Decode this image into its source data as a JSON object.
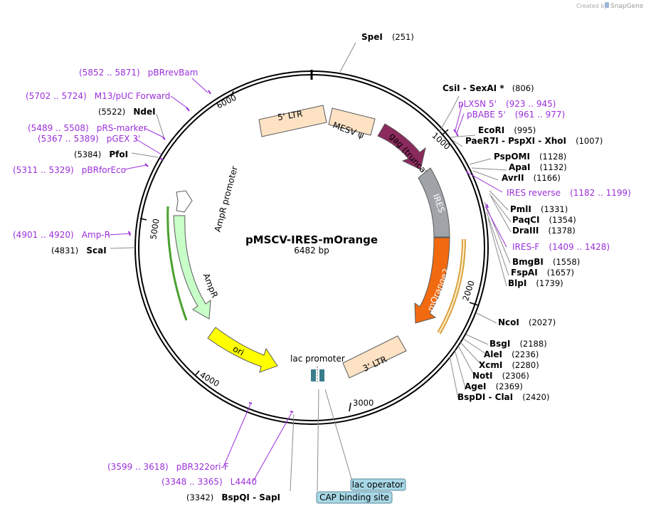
{
  "credit": {
    "created_by": "Created by",
    "brand": "SnapGene"
  },
  "plasmid": {
    "name": "pMSCV-IRES-mOrange",
    "length": "6482 bp"
  },
  "ticks": [
    "1000",
    "2000",
    "3000",
    "4000",
    "5000",
    "6000"
  ],
  "enzymes": [
    {
      "name": "SpeI",
      "pos": "(251)"
    },
    {
      "name": "CsiI  -  SexAI *",
      "pos": "(806)"
    },
    {
      "name": "EcoRI",
      "pos": "(995)"
    },
    {
      "name": "PaeR7I  -  PspXI  -  XhoI",
      "pos": "(1007)"
    },
    {
      "name": "PspOMI",
      "pos": "(1128)"
    },
    {
      "name": "ApaI",
      "pos": "(1132)"
    },
    {
      "name": "AvrII",
      "pos": "(1166)"
    },
    {
      "name": "PmlI",
      "pos": "(1331)"
    },
    {
      "name": "PaqCI",
      "pos": "(1354)"
    },
    {
      "name": "DraIII",
      "pos": "(1378)"
    },
    {
      "name": "BmgBI",
      "pos": "(1558)"
    },
    {
      "name": "FspAI",
      "pos": "(1657)"
    },
    {
      "name": "BlpI",
      "pos": "(1739)"
    },
    {
      "name": "NcoI",
      "pos": "(2027)"
    },
    {
      "name": "BsgI",
      "pos": "(2188)"
    },
    {
      "name": "AleI",
      "pos": "(2236)"
    },
    {
      "name": "XcmI",
      "pos": "(2280)"
    },
    {
      "name": "NotI",
      "pos": "(2306)"
    },
    {
      "name": "AgeI",
      "pos": "(2369)"
    },
    {
      "name": "BspDI  -  ClaI",
      "pos": "(2420)"
    },
    {
      "name": "BspQI  -  SapI",
      "pos": "(3342)"
    },
    {
      "name": "ScaI",
      "pos": "(4831)"
    },
    {
      "name": "PfoI",
      "pos": "(5384)"
    },
    {
      "name": "NdeI",
      "pos": "(5522)"
    }
  ],
  "primers": [
    {
      "name": "pLXSN 5'",
      "range": "(923 .. 945)"
    },
    {
      "name": "pBABE 5'",
      "range": "(961 .. 977)"
    },
    {
      "name": "IRES reverse",
      "range": "(1182 .. 1199)"
    },
    {
      "name": "IRES-F",
      "range": "(1409 .. 1428)"
    },
    {
      "name": "pBR322ori-F",
      "range": "(3599 .. 3618)"
    },
    {
      "name": "L4440",
      "range": "(3348 .. 3365)"
    },
    {
      "name": "Amp-R",
      "range": "(4901 .. 4920)"
    },
    {
      "name": "pBRforEco",
      "range": "(5311 .. 5329)"
    },
    {
      "name": "pGEX 3'",
      "range": "(5367 .. 5389)"
    },
    {
      "name": "pRS-marker",
      "range": "(5489 .. 5508)"
    },
    {
      "name": "M13/pUC Forward",
      "range": "(5702 .. 5724)"
    },
    {
      "name": "pBRrevBam",
      "range": "(5852 .. 5871)"
    }
  ],
  "features": {
    "ltr5": "5' LTR",
    "mesv": "MESV ψ",
    "gag": "gag (truncated)",
    "ires": "IRES",
    "morange2": "mOrange2",
    "ltr3": "3' LTR",
    "lac_promoter": "lac promoter",
    "ori": "ori",
    "ampr": "AmpR",
    "ampr_promoter": "AmpR promoter",
    "lac_operator": "lac operator",
    "cap_site": "CAP binding site"
  },
  "colors": {
    "ltr": "#fde2c4",
    "gag": "#8b2a5c",
    "ires": "#a0a4a8",
    "morange2": "#f26a10",
    "ori": "#ffff00",
    "ampr": "#c8ffc8",
    "primer": "#9b30d9",
    "lac": "#3b7d8c",
    "callout": "#a8d8e6"
  }
}
